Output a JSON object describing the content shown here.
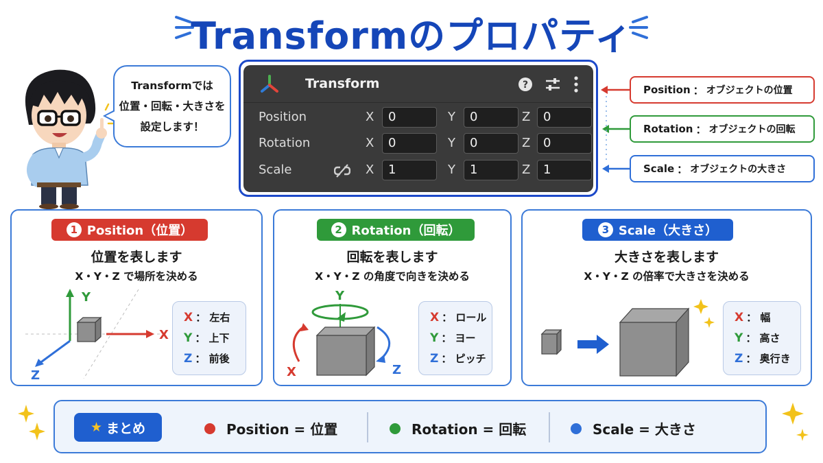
{
  "title": "Transformのプロパティ",
  "bubble": {
    "line1": "Transformでは",
    "line2": "位置・回転・大きさを",
    "line3": "設定します！"
  },
  "inspector": {
    "title": "Transform",
    "rows": [
      {
        "label": "Position",
        "x": "0",
        "y": "0",
        "z": "0"
      },
      {
        "label": "Rotation",
        "x": "0",
        "y": "0",
        "z": "0"
      },
      {
        "label": "Scale",
        "x": "1",
        "y": "1",
        "z": "1"
      }
    ],
    "axis_x": "X",
    "axis_y": "Y",
    "axis_z": "Z"
  },
  "callouts": [
    {
      "name": "Position",
      "sep": "：",
      "desc": "オブジェクトの位置",
      "color": "#d63a2f"
    },
    {
      "name": "Rotation",
      "sep": "：",
      "desc": "オブジェクトの回転",
      "color": "#2f9a3a"
    },
    {
      "name": "Scale",
      "sep": "：",
      "desc": "オブジェクトの大きさ",
      "color": "#2f6fd8"
    }
  ],
  "cards": [
    {
      "num": "1",
      "pill": "Position（位置）",
      "heading": "位置を表します",
      "sub": "X・Y・Z で場所を決める",
      "color": "#d63a2f",
      "legend": [
        {
          "k": "X",
          "v": "左右"
        },
        {
          "k": "Y",
          "v": "上下"
        },
        {
          "k": "Z",
          "v": "前後"
        }
      ],
      "axes": {
        "x": "X",
        "y": "Y",
        "z": "Z"
      }
    },
    {
      "num": "2",
      "pill": "Rotation（回転）",
      "heading": "回転を表します",
      "sub": "X・Y・Z の角度で向きを決める",
      "color": "#2f9a3a",
      "legend": [
        {
          "k": "X",
          "v": "ロール"
        },
        {
          "k": "Y",
          "v": "ヨー"
        },
        {
          "k": "Z",
          "v": "ピッチ"
        }
      ],
      "axes": {
        "x": "X",
        "y": "Y",
        "z": "Z"
      }
    },
    {
      "num": "3",
      "pill": "Scale（大きさ）",
      "heading": "大きさを表します",
      "sub": "X・Y・Z の倍率で大きさを決める",
      "color": "#1f5fcf",
      "legend": [
        {
          "k": "X",
          "v": "幅"
        },
        {
          "k": "Y",
          "v": "高さ"
        },
        {
          "k": "Z",
          "v": "奥行き"
        }
      ]
    }
  ],
  "summary": {
    "label": "まとめ",
    "items": [
      {
        "text": "Position = 位置",
        "color": "#d63a2f"
      },
      {
        "text": "Rotation = 回転",
        "color": "#2f9a3a"
      },
      {
        "text": "Scale = 大きさ",
        "color": "#2f6fd8"
      }
    ]
  },
  "colors": {
    "x": "#d63a2f",
    "y": "#2f9a3a",
    "z": "#2f6fd8",
    "title": "#1546b8"
  }
}
